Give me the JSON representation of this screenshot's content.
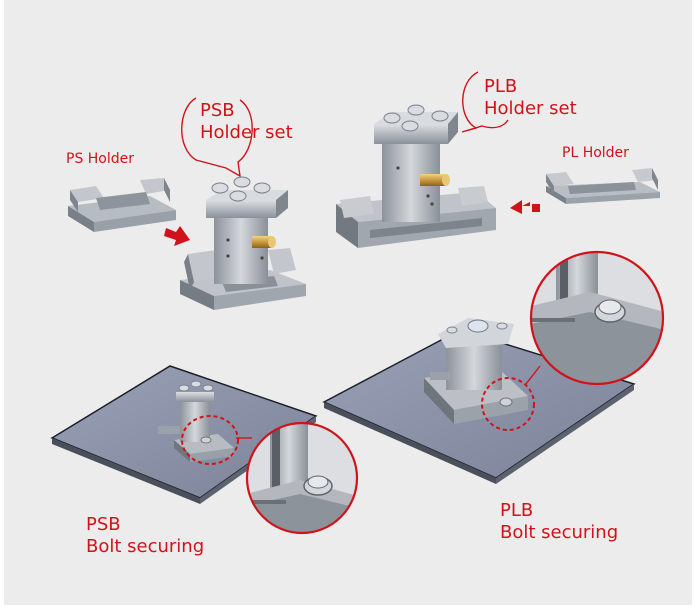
{
  "labels": {
    "psb_holder_set": [
      "PSB",
      "Holder set"
    ],
    "plb_holder_set": [
      "PLB",
      "Holder set"
    ],
    "ps_holder": "PS Holder",
    "pl_holder": "PL Holder",
    "psb_bolt_securing": [
      "PSB",
      "Bolt securing"
    ],
    "plb_bolt_securing": [
      "PLB",
      "Bolt securing"
    ]
  },
  "colors": {
    "background": "#ececec",
    "accent_red": "#d0131a",
    "metal_light": "#c9ccd1",
    "metal_mid": "#9aa0a8",
    "metal_dark": "#6b7078",
    "plate_blue": "#8c93a8",
    "brass": "#c99a3a"
  },
  "icons": [
    "arrow-right-icon",
    "arrow-left-icon",
    "speech-bubble-icon",
    "zoom-circle-icon",
    "dashed-highlight-circle-icon"
  ]
}
